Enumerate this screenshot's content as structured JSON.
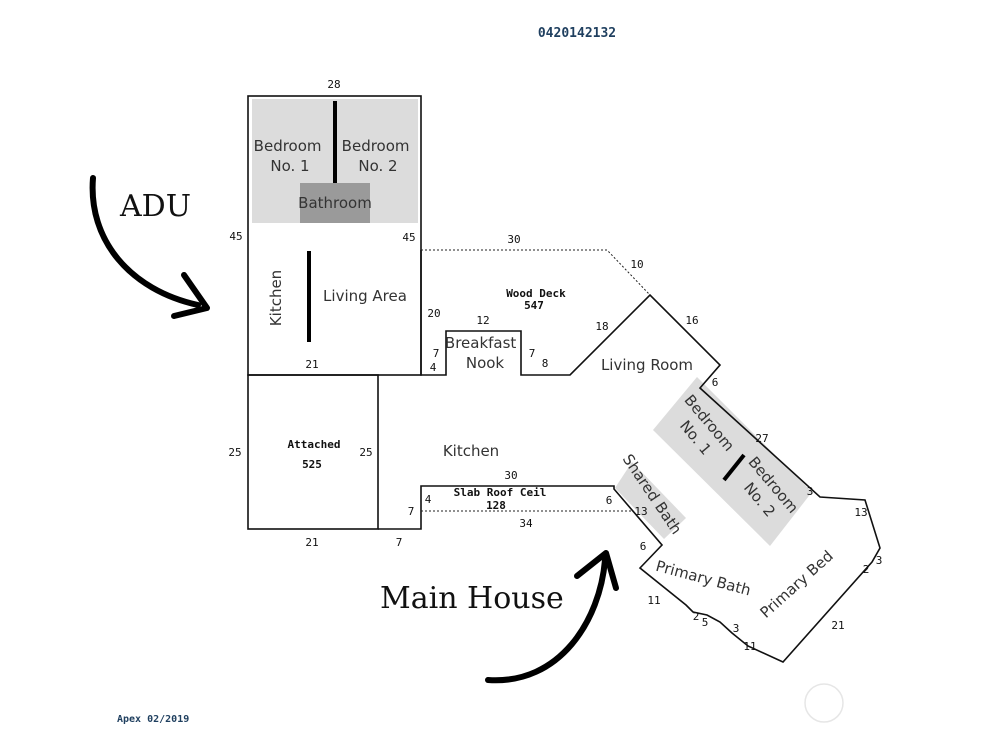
{
  "header": {
    "id_number": "0420142132"
  },
  "footer": {
    "credit": "Apex 02/2019"
  },
  "annotations": {
    "adu": "ADU",
    "main_house": "Main House"
  },
  "rooms": {
    "adu_bedroom1": [
      "Bedroom",
      "No. 1"
    ],
    "adu_bedroom2": [
      "Bedroom",
      "No. 2"
    ],
    "adu_bathroom": "Bathroom",
    "adu_kitchen": "Kitchen",
    "adu_living": "Living Area",
    "attached": "Attached",
    "attached_area": "525",
    "wood_deck": "Wood Deck",
    "wood_deck_area": "547",
    "breakfast_nook": [
      "Breakfast",
      "Nook"
    ],
    "living_room": "Living Room",
    "kitchen": "Kitchen",
    "slab": "Slab Roof Ceil",
    "slab_area": "128",
    "bedroom1": [
      "Bedroom",
      "No. 1"
    ],
    "bedroom2": [
      "Bedroom",
      "No. 2"
    ],
    "shared_bath": "Shared Bath",
    "primary_bath": "Primary Bath",
    "primary_bed": "Primary Bed"
  },
  "dimensions": {
    "top": "28",
    "adu_left": "45",
    "adu_right": "45",
    "deck_top": "30",
    "deck_diag": "10",
    "deck_left": "20",
    "nook_top": "12",
    "nook_l1": "7",
    "nook_l2": "4",
    "nook_r": "7",
    "nook_b": "8",
    "lr_diag_l": "18",
    "lr_diag_r": "16",
    "adu_bottom": "21",
    "att_left": "25",
    "att_right": "25",
    "att_bottom": "21",
    "kit_bottom": "7",
    "slab_left4": "4",
    "slab_left7": "7",
    "slab_top": "30",
    "slab_6": "6",
    "slab_13": "13",
    "slab_bottom": "34",
    "lr_6": "6",
    "bed_27": "27",
    "bed_3": "3",
    "pb_13": "13",
    "pb_2": "2",
    "pb_3": "3",
    "pb_21": "21",
    "bath_6": "6",
    "bath_11": "11",
    "step_2": "2",
    "step_5": "5",
    "step_3": "3",
    "step_11": "11"
  }
}
